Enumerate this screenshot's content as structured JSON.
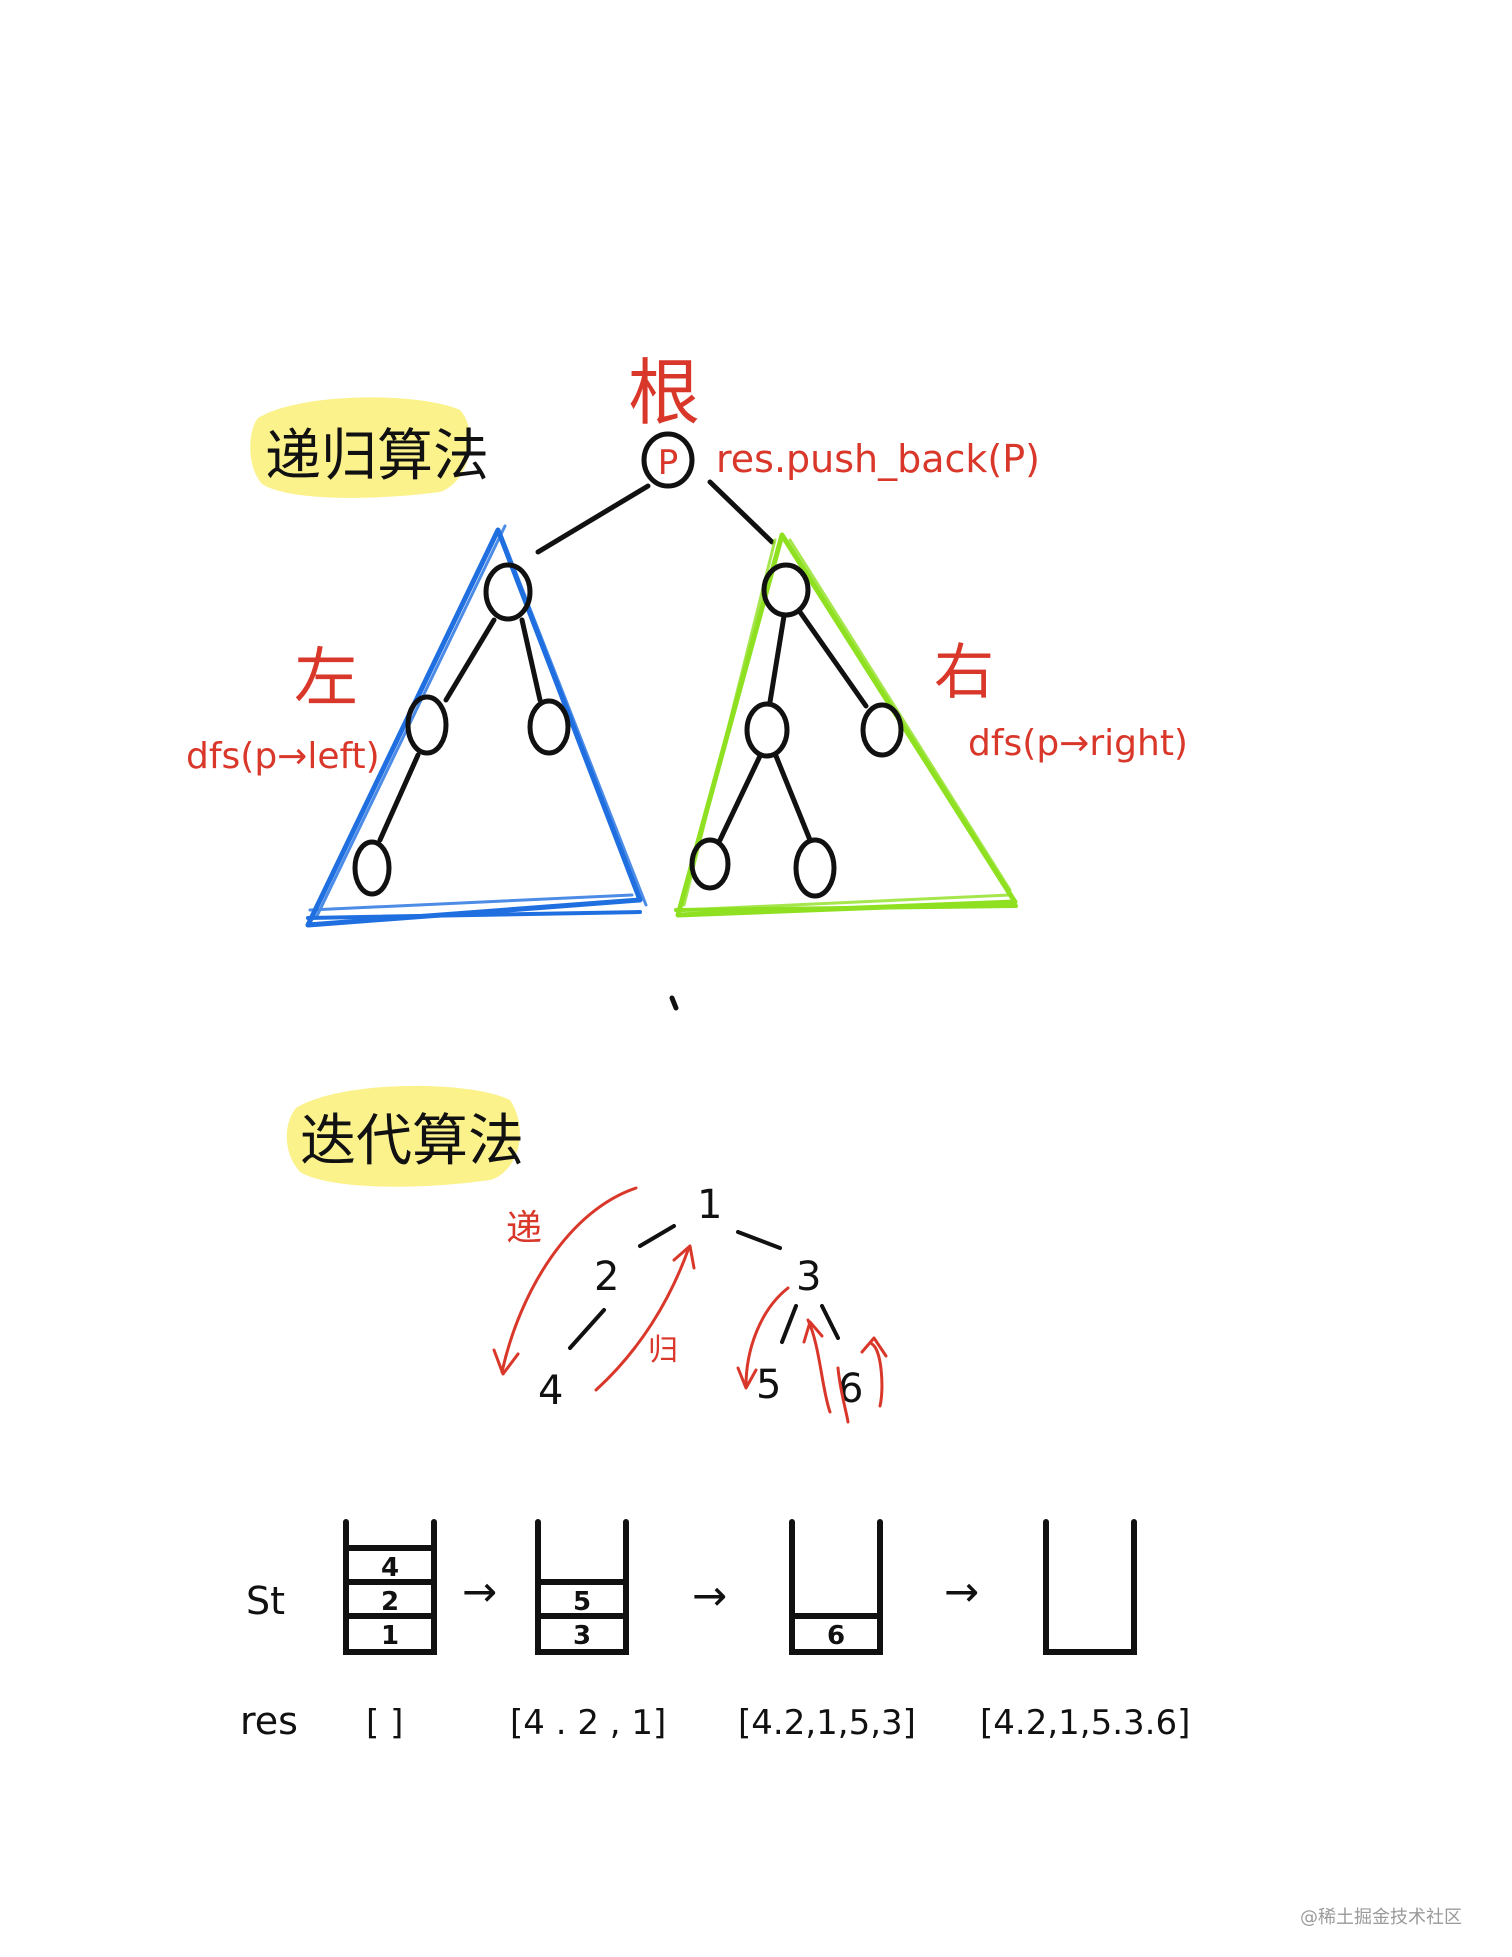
{
  "colors": {
    "ink": "#111111",
    "red": "#d9372a",
    "blue": "#1f6fe0",
    "green": "#8ee021",
    "highlight": "#fbf28c",
    "watermark": "#9a9a9a"
  },
  "recursive": {
    "title": "递归算法",
    "root_label": "根",
    "root_node": "P",
    "root_code": "res.push_back(P)",
    "left_label": "左",
    "left_code": "dfs(p→left)",
    "right_label": "右",
    "right_code": "dfs(p→right)"
  },
  "iterative": {
    "title": "迭代算法",
    "di_label": "递",
    "gui_label": "归",
    "tree_nodes": [
      "1",
      "2",
      "3",
      "4",
      "5",
      "6"
    ],
    "stack_label": "St",
    "res_label": "res",
    "stacks": [
      {
        "items": [
          "4",
          "2",
          "1"
        ],
        "res": "[ ]"
      },
      {
        "items": [
          "5",
          "3"
        ],
        "res": "[4 . 2 , 1]"
      },
      {
        "items": [
          "6"
        ],
        "res": "[4.2,1,5,3]"
      },
      {
        "items": [],
        "res": "[4.2,1,5.3.6]"
      }
    ],
    "arrow_glyph": "→"
  },
  "watermark": "@稀土掘金技术社区"
}
